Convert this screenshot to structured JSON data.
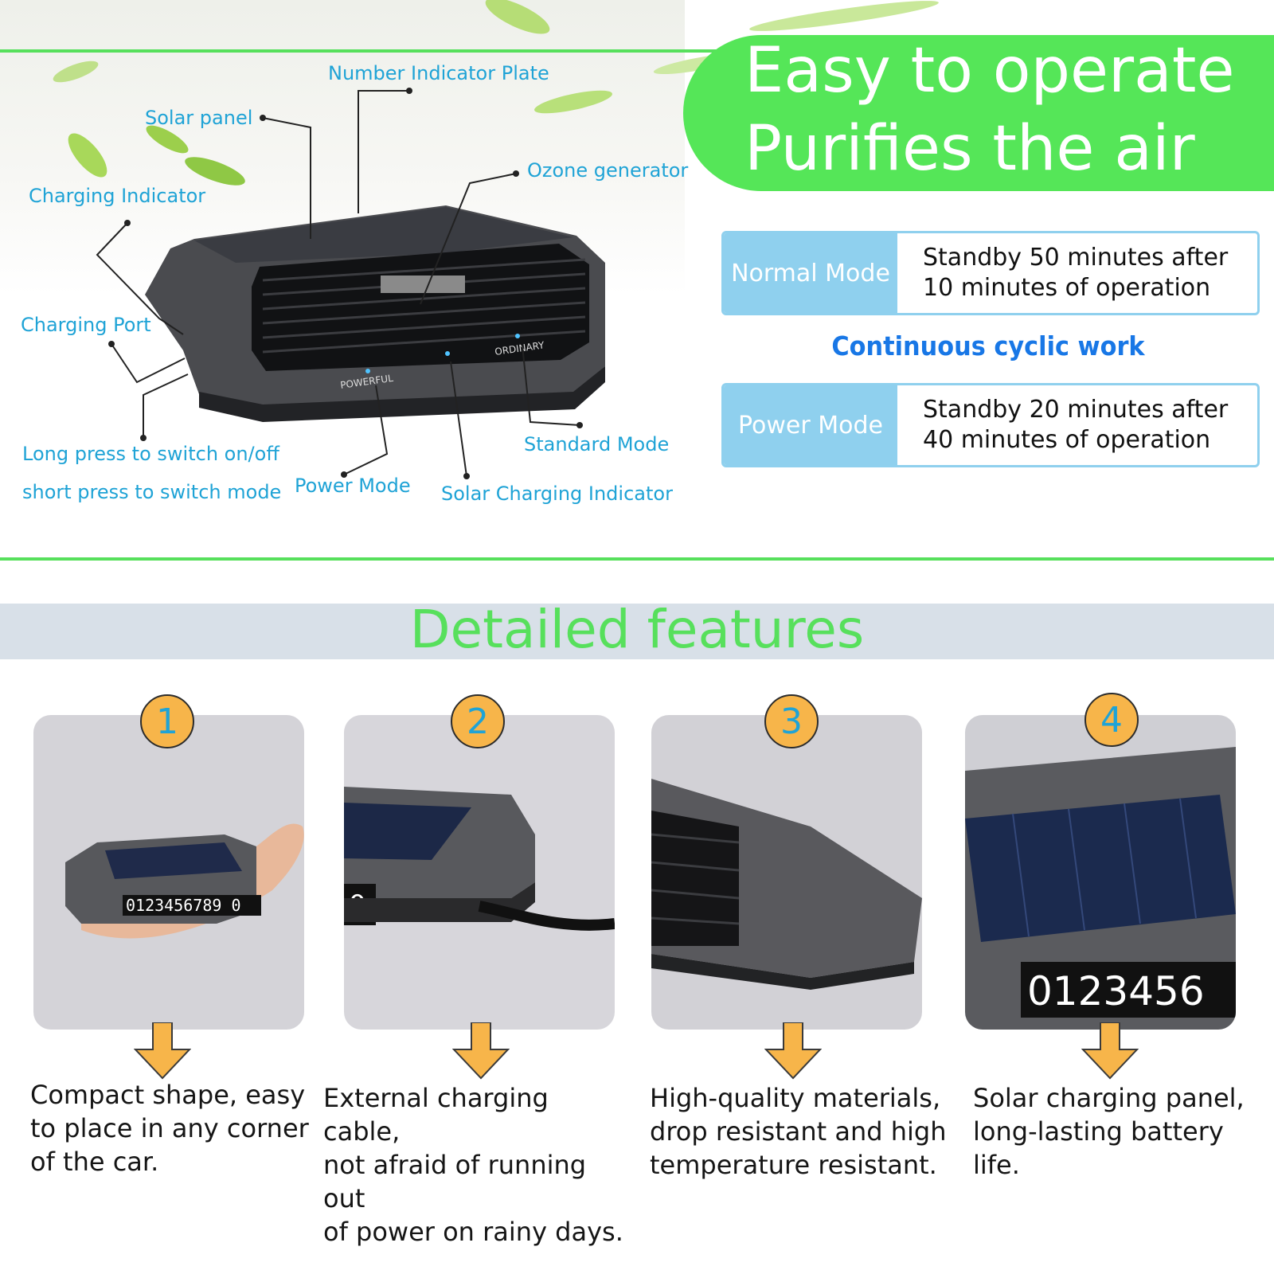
{
  "banner": {
    "line1": "Easy to operate",
    "line2": "Purifies the air"
  },
  "diagram_labels": {
    "number_indicator_plate": "Number Indicator Plate",
    "solar_panel": "Solar panel",
    "ozone_generator": "Ozone generator",
    "charging_indicator": "Charging Indicator",
    "charging_port": "Charging Port",
    "long_press": "Long press to switch on/off",
    "short_press": "short press to switch mode",
    "power_mode": "Power Mode",
    "standard_mode": "Standard Mode",
    "solar_charging_indicator": "Solar Charging Indicator",
    "device_powerful": "POWERFUL",
    "device_ordinary": "ORDINARY"
  },
  "modes": [
    {
      "name": "Normal Mode",
      "desc_line1": "Standby 50 minutes after",
      "desc_line2": "10 minutes of operation"
    },
    {
      "name": "Power Mode",
      "desc_line1": "Standby 20 minutes after",
      "desc_line2": "40 minutes of operation"
    }
  ],
  "cyclic_text": "Continuous cyclic work",
  "features_title": "Detailed features",
  "features": [
    {
      "number": "1",
      "line1": "Compact shape, easy",
      "line2": "to place in any corner",
      "line3": "of the car.",
      "plate_digits": "0123456789 0"
    },
    {
      "number": "2",
      "line1": "External charging cable,",
      "line2": "not afraid of running out",
      "line3": "of power on rainy days.",
      "plate_digits": "0"
    },
    {
      "number": "3",
      "line1": "High-quality materials,",
      "line2": "drop resistant and high",
      "line3": "temperature resistant."
    },
    {
      "number": "4",
      "line1": "Solar charging panel,",
      "line2": "long-lasting battery",
      "line3": "life.",
      "plate_digits": "0123456"
    }
  ],
  "colors": {
    "green": "#57e05c",
    "blue_label": "#1fa3d6",
    "mode_blue": "#8fd0ee",
    "cyclic_blue": "#1877e6",
    "badge_orange": "#f7b54a"
  }
}
